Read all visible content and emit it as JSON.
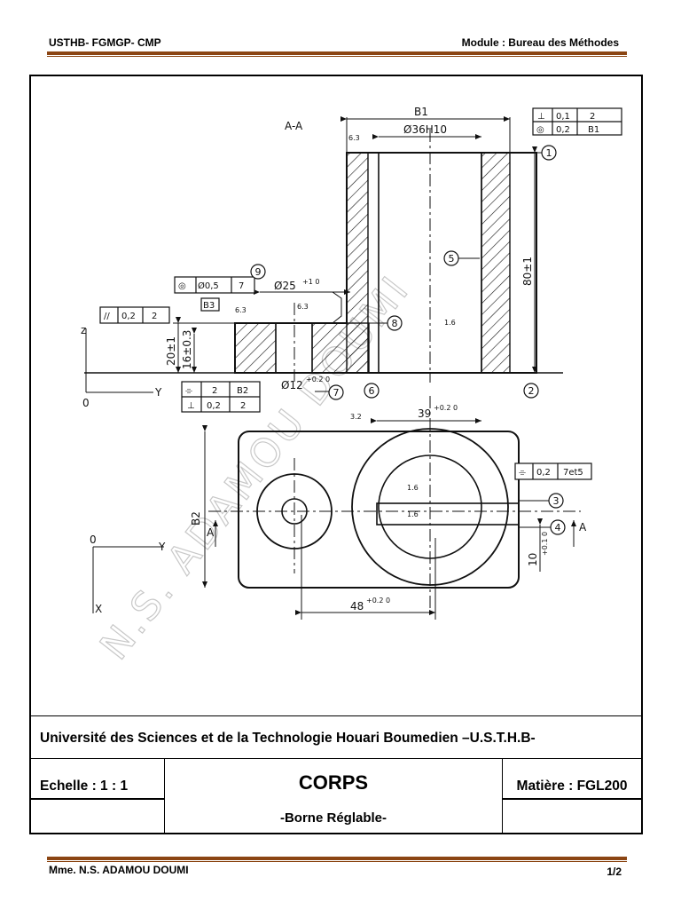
{
  "header": {
    "left": "USTHB- FGMGP- CMP",
    "right": "Module : Bureau des Méthodes",
    "rule_color": "#8b4513"
  },
  "drawing": {
    "section_label": "A-A",
    "dims": {
      "b1": "B1",
      "bore": "Ø36H10",
      "height": "80±1",
      "cbore": "Ø25",
      "cbore_tol": "+1 0",
      "hole": "Ø12",
      "hole_tol": "+0.2 0",
      "h20": "20±1",
      "h16": "16±0.3",
      "d39": "39",
      "d39_tol": "+0.2 0",
      "d48": "48",
      "d48_tol": "+0.2 0",
      "d10": "10",
      "d10_tol": "+0.1 0",
      "b2": "B2"
    },
    "roughness": {
      "r63": "6.3",
      "r16": "1.6",
      "r32": "3.2"
    },
    "tolerance_frames": {
      "perp_top": [
        "⊥",
        "0,1",
        "2"
      ],
      "conc_top": [
        "◎",
        "0,2",
        "B1"
      ],
      "conc_left": [
        "◎",
        "Ø0,5",
        "7"
      ],
      "par_left": [
        "//",
        "0,2",
        "2"
      ],
      "datum_b3": "B3",
      "sym_bottom": [
        "⌯",
        "2",
        "B2"
      ],
      "perp_bottom": [
        "⊥",
        "0,2",
        "2"
      ],
      "sym_right": [
        "⌯",
        "0,2",
        "7et5"
      ]
    },
    "callouts": [
      "1",
      "2",
      "3",
      "4",
      "5",
      "6",
      "7",
      "8",
      "9"
    ],
    "axes": {
      "z": "z",
      "y": "Y",
      "x": "X",
      "o": "0",
      "a": "A"
    },
    "watermark": "N.S. ADAMOU DOUMI"
  },
  "title_block": {
    "university": "Université des Sciences et de la Technologie Houari Boumedien –U.S.T.H.B-",
    "scale": "Echelle : 1 : 1",
    "title": "CORPS",
    "subtitle": "-Borne Réglable-",
    "material": "Matière : FGL200"
  },
  "footer": {
    "author": "Mme. N.S. ADAMOU DOUMI",
    "page": "1/2"
  }
}
